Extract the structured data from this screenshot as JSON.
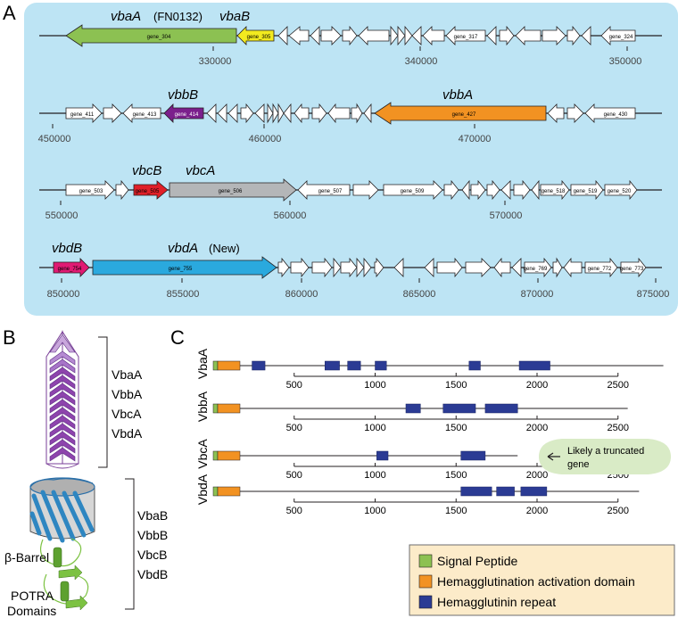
{
  "panel_labels": {
    "a": "A",
    "b": "B",
    "c": "C"
  },
  "panel_a": {
    "background": "#bde4f4",
    "colors": {
      "green": "#8cc152",
      "yellow": "#f2ea1f",
      "purple": "#7b1f8c",
      "orange": "#f29222",
      "red": "#e02028",
      "gray": "#b4b6b8",
      "pink": "#e01a73",
      "blue": "#2aa9de",
      "white": "#ffffff"
    },
    "rows": [
      {
        "tracks": [
          {
            "text": "vbaA",
            "italic": true
          },
          {
            "text": "(FN0132)",
            "italic": false
          },
          {
            "text": "vbaB",
            "italic": true
          }
        ],
        "genes": [
          "gene_304",
          "gene_305",
          "gene_317",
          "gene_324"
        ],
        "ticks": [
          "330000",
          "340000",
          "350000"
        ]
      },
      {
        "tracks": [
          {
            "text": "vbbB",
            "italic": true
          },
          {
            "text": "vbbA",
            "italic": true
          }
        ],
        "genes": [
          "gene_411",
          "gene_413",
          "gene_414",
          "gene_427",
          "gene_430"
        ],
        "ticks": [
          "450000",
          "460000",
          "470000"
        ]
      },
      {
        "tracks": [
          {
            "text": "vbcB",
            "italic": true
          },
          {
            "text": "vbcA",
            "italic": true
          }
        ],
        "genes": [
          "gene_503",
          "gene_505",
          "gene_506",
          "gene_507",
          "gene_509",
          "gene_518",
          "gene_519",
          "gene_520"
        ],
        "ticks": [
          "550000",
          "560000",
          "570000"
        ]
      },
      {
        "tracks": [
          {
            "text": "vbdB",
            "italic": true
          },
          {
            "text": "vbdA",
            "italic": true
          },
          {
            "text": "(New)",
            "italic": false
          }
        ],
        "genes": [
          "gene_754",
          "gene_755",
          "gene_769",
          "gene_772",
          "gene_773"
        ],
        "ticks": [
          "850000",
          "855000",
          "860000",
          "865000",
          "870000",
          "875000"
        ]
      }
    ]
  },
  "panel_b": {
    "top_group": [
      "VbaA",
      "VbbA",
      "VbcA",
      "VbdA"
    ],
    "bottom_group": [
      "VbaB",
      "VbbB",
      "VbcB",
      "VbdB"
    ],
    "barrel_label": "β-Barrel",
    "potra_label_line1": "POTRA",
    "potra_label_line2": "Domains"
  },
  "panel_c": {
    "axis_ticks": [
      "500",
      "1000",
      "1500",
      "2000",
      "2500"
    ],
    "proteins": [
      {
        "name": "VbaA",
        "length": 2780,
        "repeats": [
          [
            240,
            320
          ],
          [
            690,
            780
          ],
          [
            830,
            910
          ],
          [
            1000,
            1070
          ],
          [
            1580,
            1650
          ],
          [
            1890,
            2080
          ]
        ]
      },
      {
        "name": "VbbA",
        "length": 2560,
        "repeats": [
          [
            1190,
            1280
          ],
          [
            1420,
            1620
          ],
          [
            1680,
            1880
          ]
        ]
      },
      {
        "name": "VbcA",
        "length": 1880,
        "repeats": [
          [
            1010,
            1080
          ],
          [
            1530,
            1680
          ]
        ]
      },
      {
        "name": "VbdA",
        "length": 2630,
        "repeats": [
          [
            1530,
            1720
          ],
          [
            1750,
            1860
          ],
          [
            1900,
            2060
          ]
        ]
      }
    ],
    "callout": {
      "line1": "Likely a truncated",
      "line2": "gene"
    },
    "legend": {
      "background": "#fcebc9",
      "items": [
        {
          "label": "Signal Peptide",
          "color": "#8cc152"
        },
        {
          "label": "Hemagglutination activation domain",
          "color": "#f29222"
        },
        {
          "label": "Hemagglutinin repeat",
          "color": "#2b3b94"
        }
      ]
    }
  }
}
